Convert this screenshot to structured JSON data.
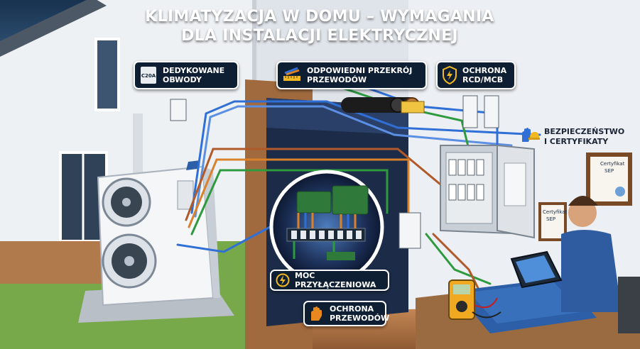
{
  "title": {
    "line1": "KLIMATYZACJA W DOMU – WYMAGANIA",
    "line2": "DLA INSTALACJI ELEKTRYCZNEJ"
  },
  "callouts": {
    "dedicated_circuits": {
      "badge": "C20A",
      "line1": "DEDYKOWANE",
      "line2": "OBWODY",
      "icon": "circuit-breaker-icon"
    },
    "wire_cross_section": {
      "line1": "ODPOWIEDNI PRZEKRÓJ",
      "line2": "PRZEWODÓW",
      "icon": "cable-ruler-icon"
    },
    "rcd_protection": {
      "line1": "OCHRONA",
      "line2": "RCD/MCB",
      "icon": "lightning-shield-icon"
    },
    "safety_certs": {
      "line1": "BEZPIECZEŃSTWO",
      "line2": "I CERTYFIKATY",
      "icon": "gloves-helmet-icon"
    },
    "connection_power": {
      "label": "MOC PRZYŁĄCZENIOWA",
      "icon": "power-bolt-icon"
    },
    "wire_protection": {
      "line1": "OCHRONA",
      "line2": "PRZEWODÓW",
      "icon": "glove-icon"
    }
  },
  "certificates": {
    "large": {
      "line1": "Certyfikat",
      "line2": "SEP"
    },
    "small": {
      "line1": "Certyfikat",
      "line2": "SEP"
    }
  },
  "colors": {
    "navy": "#0f1f33",
    "wire_blue": "#2f6fd6",
    "wire_green": "#2e9a3e",
    "wire_brown": "#b05a2a",
    "wire_orange": "#d9822b",
    "accent_yellow": "#f2b81f"
  }
}
